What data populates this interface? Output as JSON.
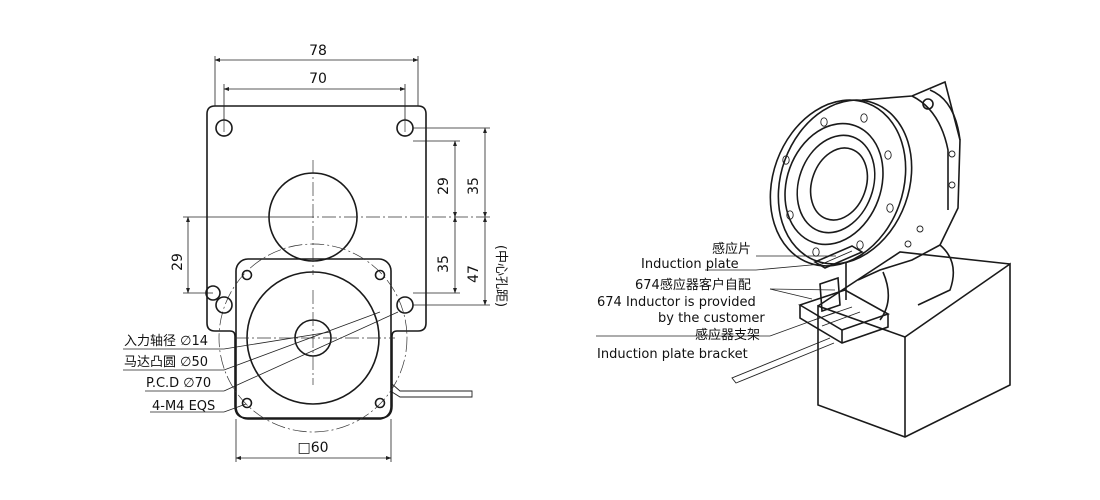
{
  "front_view": {
    "dim_78": "78",
    "dim_70": "70",
    "dim_29_right": "29",
    "dim_35_right_top": "35",
    "dim_29_left": "29",
    "dim_35_right_bottom": "35",
    "dim_47": "47",
    "center_hole_label": "(中心孔距)",
    "dim_60": "□60",
    "callouts": [
      "入力轴径 ∅14",
      "马达凸圆 ∅50",
      "P.C.D ∅70",
      "4-M4 EQS"
    ]
  },
  "iso_view": {
    "callouts": [
      "感应片",
      "Induction plate",
      "674感应器客户自配",
      "674 Inductor is provided",
      "by the customer",
      "感应器支架",
      "Induction plate bracket"
    ]
  }
}
